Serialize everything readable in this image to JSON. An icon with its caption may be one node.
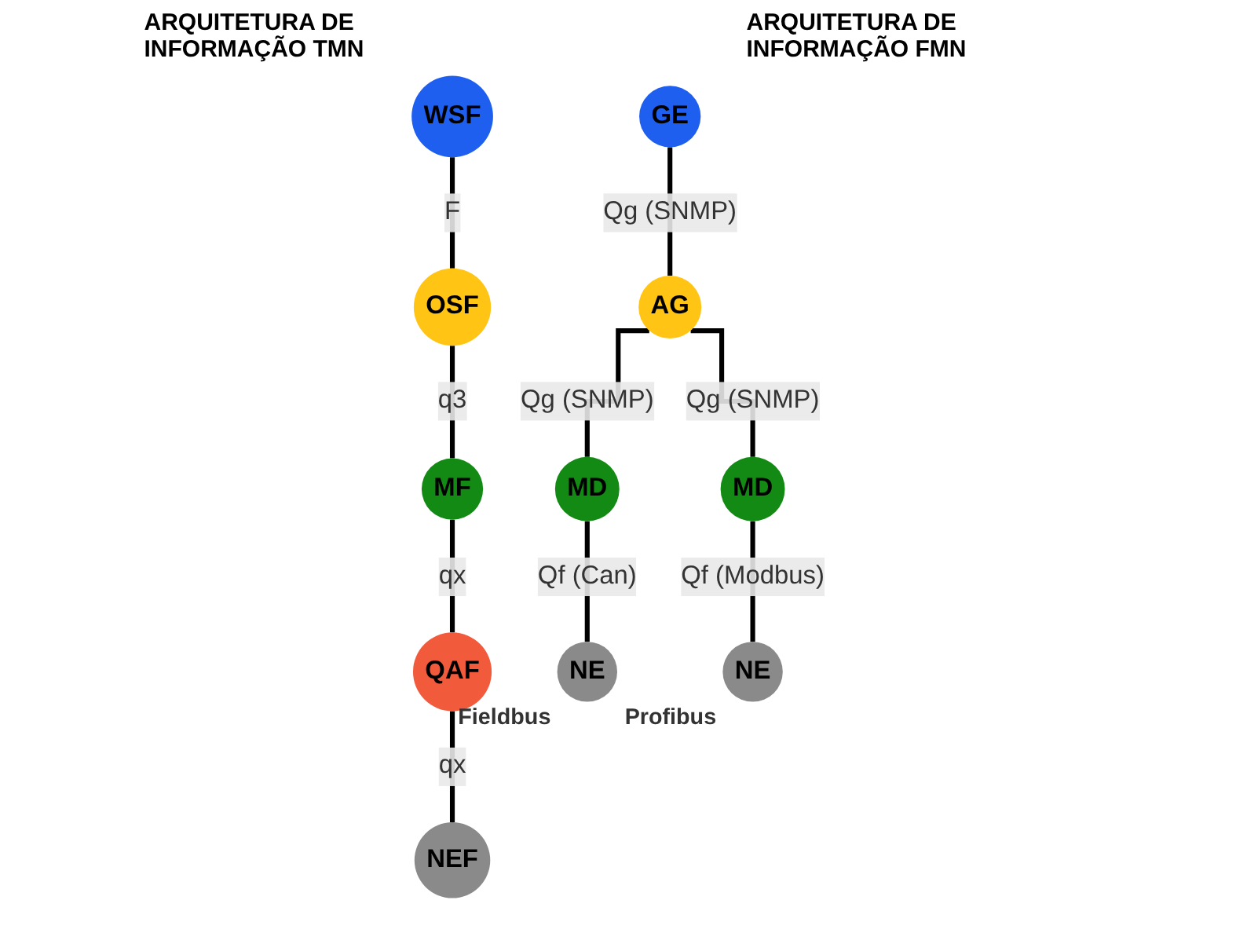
{
  "diagram": {
    "nodes": [
      {
        "text": [
          "WSF"
        ]
      },
      {
        "text": [
          "OSF"
        ]
      },
      {
        "text": [
          "MF"
        ]
      },
      {
        "text": [
          "QAF"
        ]
      },
      {
        "text": [
          "NEF"
        ]
      },
      {
        "text": [
          "GE"
        ]
      },
      {
        "text": [
          "AG"
        ]
      },
      {
        "text": [
          "MD"
        ]
      },
      {
        "text": [
          "MD"
        ]
      },
      {
        "text": [
          "NE"
        ],
        "beside": [
          "Fieldbus"
        ]
      },
      {
        "text": [
          "NE"
        ],
        "beside": [
          "Profibus"
        ]
      }
    ],
    "edges": [
      {
        "from": 0,
        "to": 1,
        "arrow": "none",
        "label": "F"
      },
      {
        "from": 1,
        "to": 2,
        "arrow": "none",
        "label": "q3"
      },
      {
        "from": 2,
        "to": 3,
        "arrow": "none",
        "label": "qx"
      },
      {
        "from": 3,
        "to": 4,
        "arrow": "none",
        "label": "qx"
      },
      {
        "from": 5,
        "to": 6,
        "arrow": "none",
        "label": "Qg (SNMP)"
      },
      {
        "from": 6,
        "to": 7,
        "arrow": "none",
        "label": "Qg (SNMP)"
      },
      {
        "from": 6,
        "to": 8,
        "arrow": "none",
        "label": "Qg (SNMP)"
      },
      {
        "from": 7,
        "to": 9,
        "arrow": "none",
        "label": "Qf (Can)"
      },
      {
        "from": 8,
        "to": 10,
        "arrow": "none",
        "label": "Qf (Modbus)"
      }
    ],
    "labels": [
      "ARQUITETURA DE INFORMAÇÃO TMN",
      "ARQUITETURA DE INFORMAÇÃO FMN"
    ]
  }
}
